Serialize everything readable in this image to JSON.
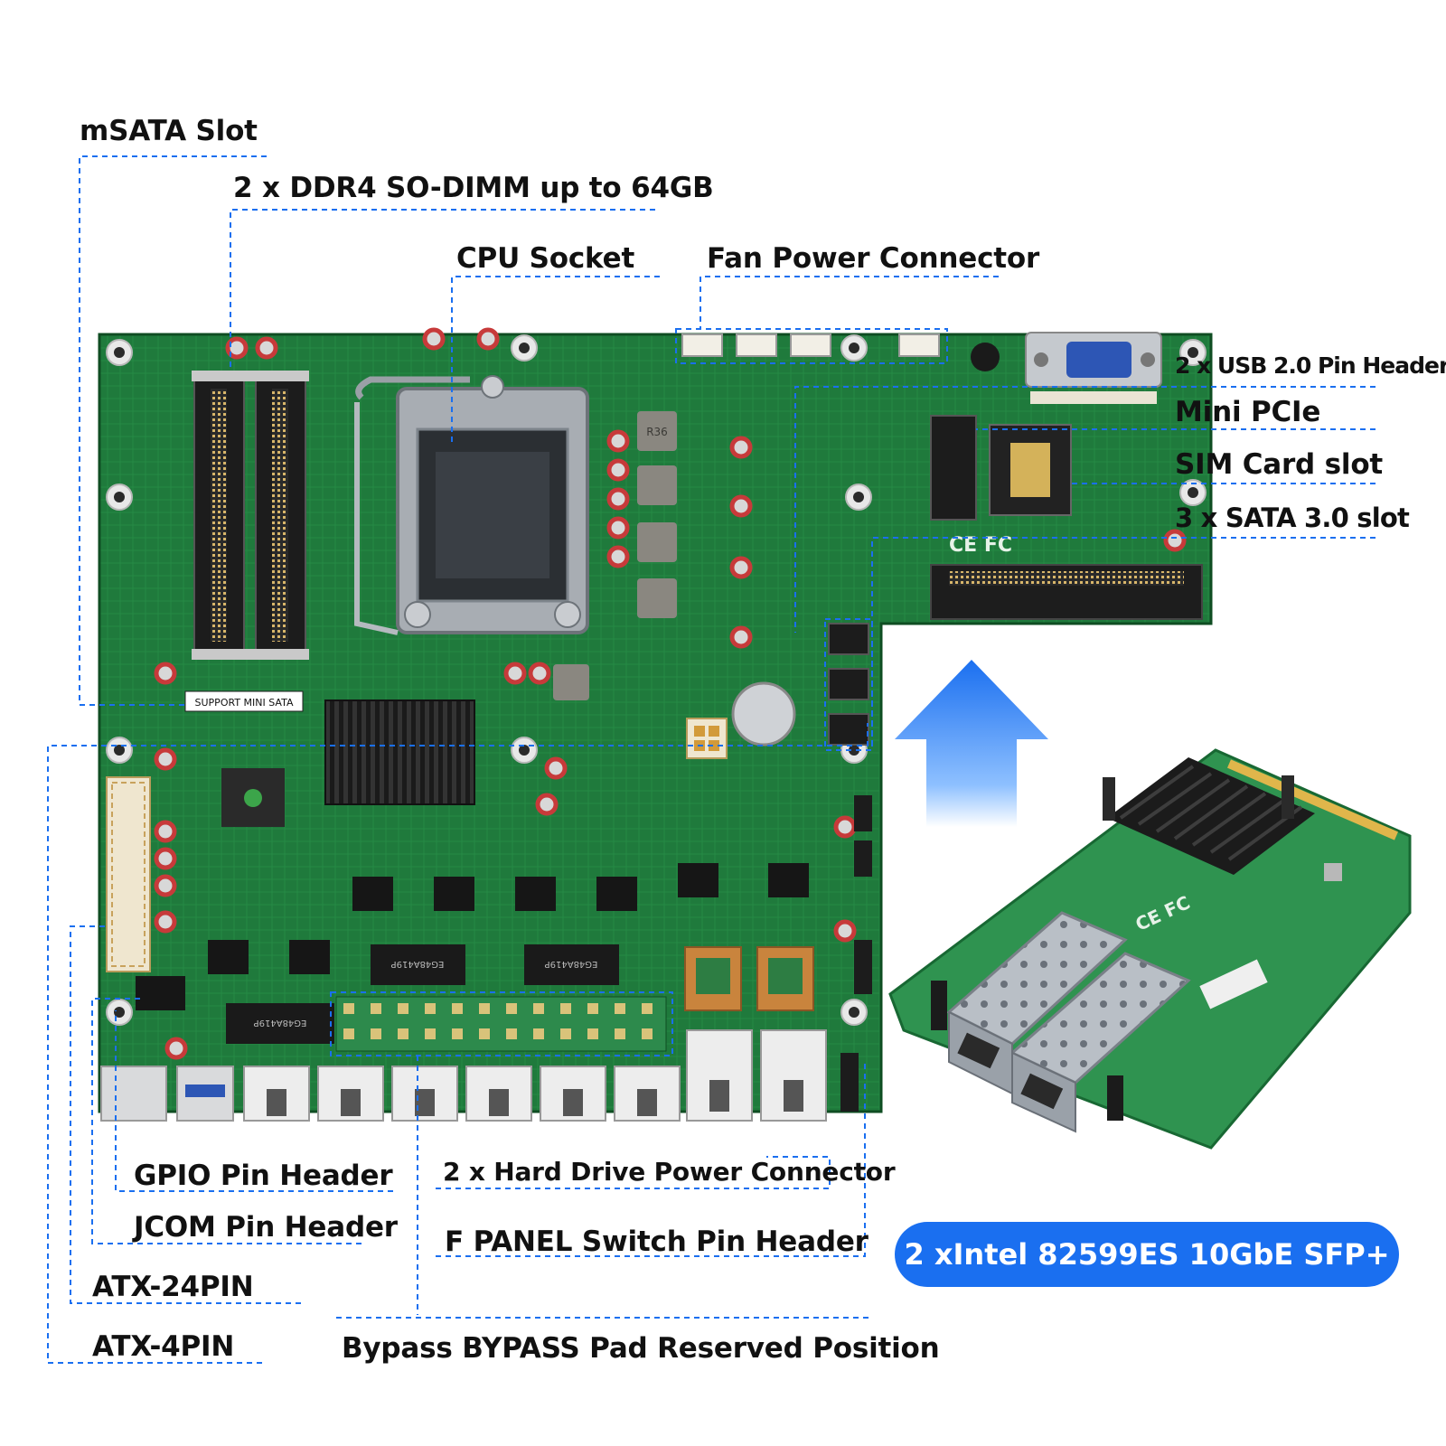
{
  "labels": {
    "msata": "mSATA Slot",
    "ddr4": "2 x DDR4 SO-DIMM up to 64GB",
    "cpu": "CPU Socket",
    "fan": "Fan Power Connector",
    "usb": "2 x USB 2.0 Pin Header",
    "minipcie": "Mini PCIe",
    "sim": "SIM Card slot",
    "sata": "3 x SATA 3.0 slot",
    "gpio": "GPIO Pin Header",
    "jcom": "JCOM Pin Header",
    "atx24": "ATX-24PIN",
    "atx4": "ATX-4PIN",
    "hdd_power": "2 x Hard Drive Power Connector",
    "fpanel": "F PANEL Switch Pin Header",
    "bypass": "Bypass BYPASS Pad Reserved Position"
  },
  "badge": {
    "text": "2 xIntel 82599ES 10GbE SFP+"
  },
  "board_markings": {
    "mini_sata": "SUPPORT MINI SATA",
    "chip1": "EG48A419P",
    "chip2": "EG48A419P",
    "chip3": "EG48A419P",
    "inductor": "R36",
    "cert": "CE FC"
  },
  "colors": {
    "pcb": "#1f7a3c",
    "pcb_dark": "#135c2a",
    "leader_line": "#1a6ff0",
    "badge": "#1a6ff0",
    "arrow": "#2f86ff"
  }
}
